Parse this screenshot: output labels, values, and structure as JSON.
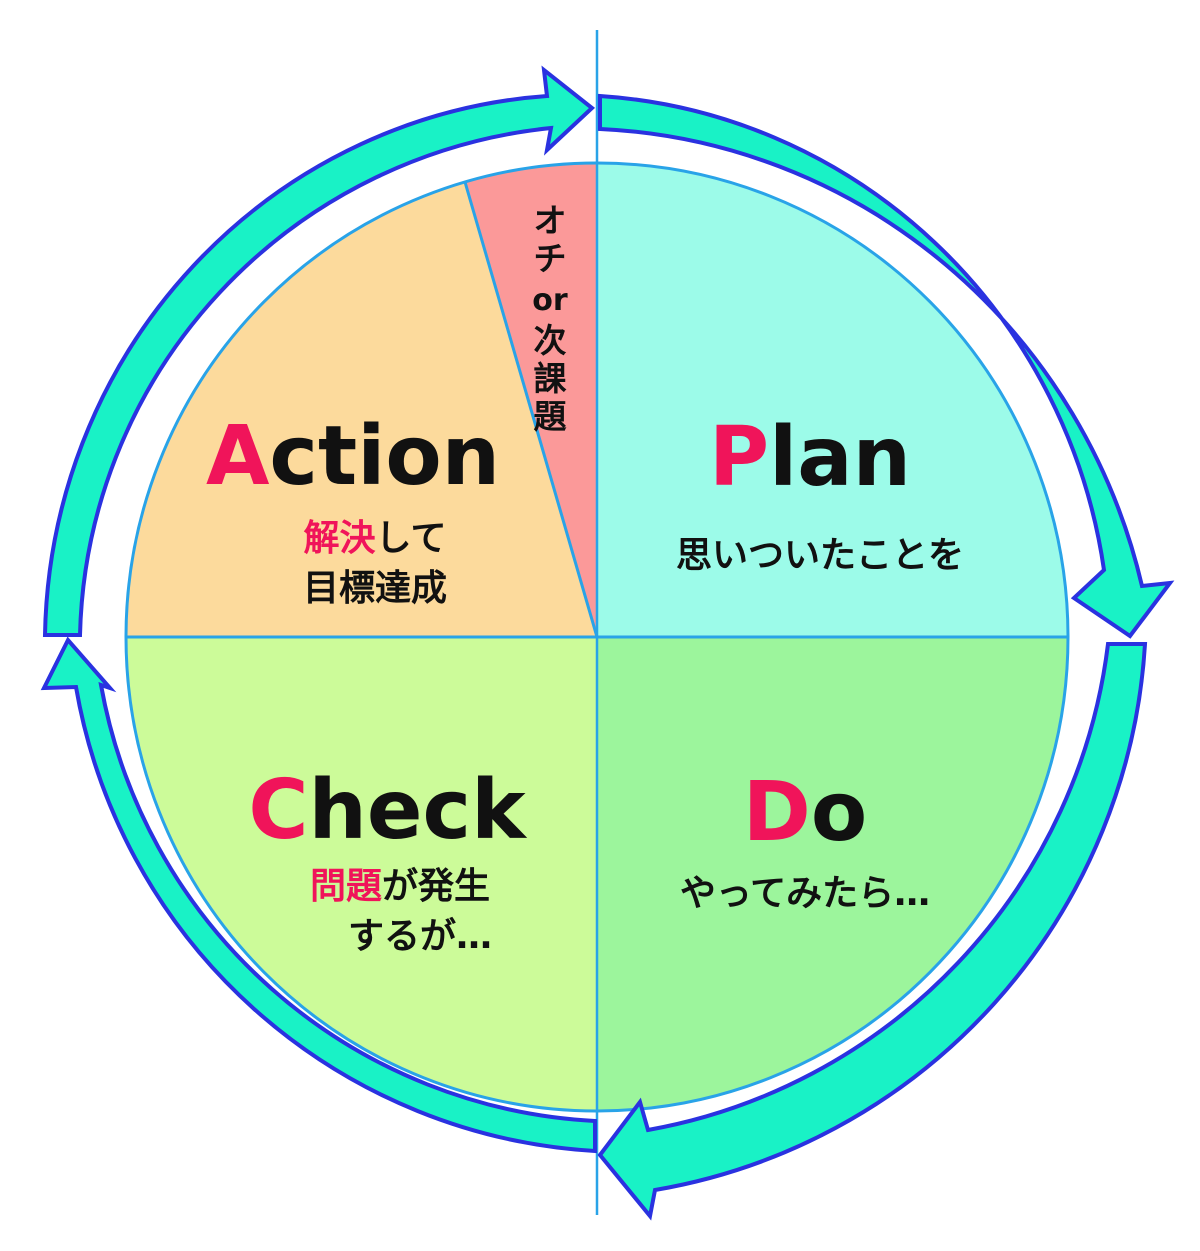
{
  "colors": {
    "plan": "#9cfbe9",
    "do": "#9cf59c",
    "check": "#ccfb99",
    "action": "#fcda9c",
    "ochi": "#fb9999",
    "divider": "#29a3e8",
    "arrow_fill": "#19f2c6",
    "arrow_stroke": "#2a32e0",
    "letter_accent": "#f0145a",
    "text": "#111111"
  },
  "plan": {
    "letter": "P",
    "rest": "lan",
    "caption": "思いついたことを"
  },
  "do": {
    "letter": "D",
    "rest": "o",
    "caption": "やってみたら…"
  },
  "check": {
    "letter": "C",
    "rest": "heck",
    "caption_accent": "問題",
    "caption_rest": "が発生",
    "caption_line2": "するが…"
  },
  "action": {
    "letter": "A",
    "rest": "ction",
    "caption_accent": "解決",
    "caption_rest": "して",
    "caption_line2": "目標達成"
  },
  "ochi": {
    "chars": [
      "オ",
      "チ",
      "or",
      "次",
      "課",
      "題"
    ]
  }
}
